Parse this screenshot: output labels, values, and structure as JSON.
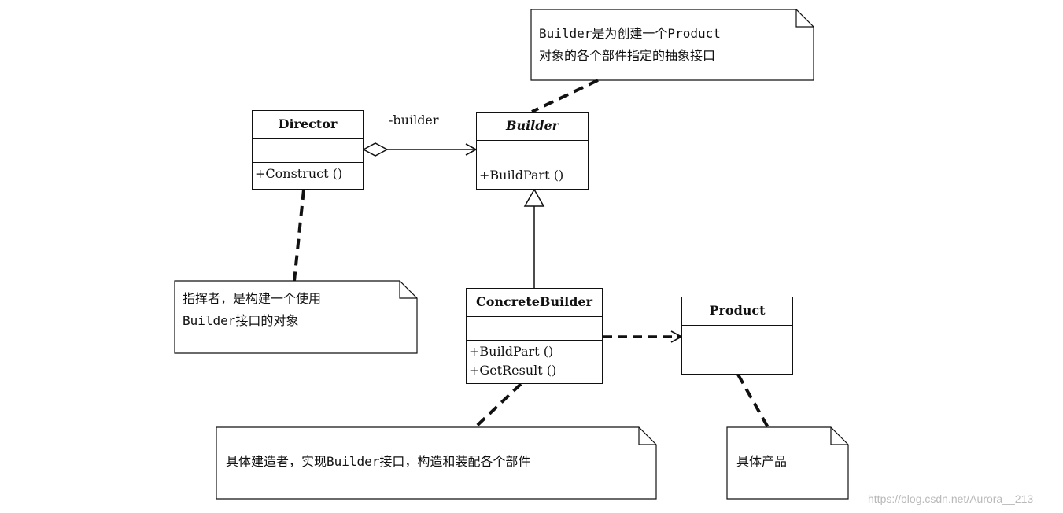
{
  "classes": {
    "director": {
      "name": "Director",
      "ops": [
        "+Construct ()"
      ]
    },
    "builder": {
      "name": "Builder",
      "ops": [
        "+BuildPart ()"
      ]
    },
    "concrete_builder": {
      "name": "ConcreteBuilder",
      "ops": [
        "+BuildPart ()",
        "+GetResult ()"
      ]
    },
    "product": {
      "name": "Product",
      "ops": []
    }
  },
  "association_label": "-builder",
  "notes": {
    "builder_note": [
      "Builder是为创建一个Product",
      "对象的各个部件指定的抽象接口"
    ],
    "director_note": [
      "指挥者，是构建一个使用",
      "Builder接口的对象"
    ],
    "concrete_note": [
      "具体建造者，实现Builder接口，构造和装配各个部件"
    ],
    "product_note": [
      "具体产品"
    ]
  },
  "watermark": "https://blog.csdn.net/Aurora__213"
}
